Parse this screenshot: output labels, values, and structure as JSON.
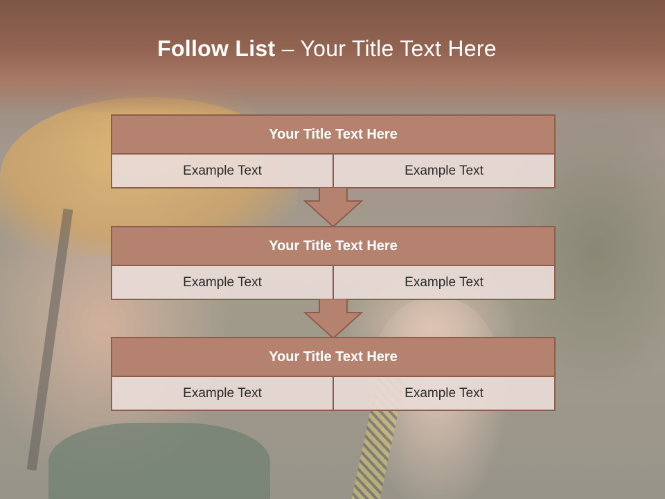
{
  "slide": {
    "title_bold": "Follow List ",
    "title_rest": " – Your Title Text Here"
  },
  "blocks": [
    {
      "title": "Your Title Text Here",
      "left": "Example Text",
      "right": "Example Text"
    },
    {
      "title": "Your Title Text Here",
      "left": "Example Text",
      "right": "Example Text"
    },
    {
      "title": "Your Title Text Here",
      "left": "Example Text",
      "right": "Example Text"
    }
  ],
  "colors": {
    "header_fill": "#b4826e",
    "border": "#8e5e4c",
    "cell_fill": "#e8dad6",
    "title_band": "#8a5e4c"
  }
}
